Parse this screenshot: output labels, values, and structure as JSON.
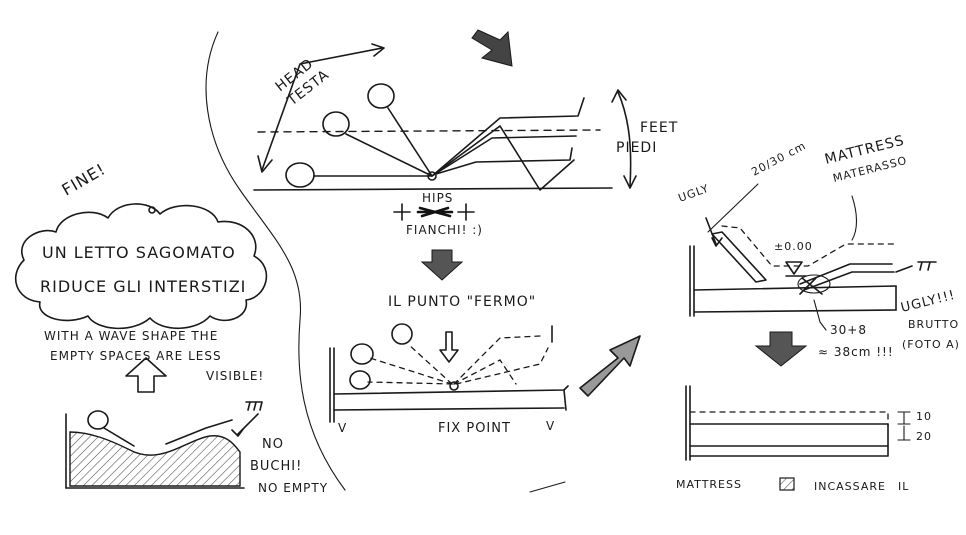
{
  "colors": {
    "ink": "#1a1a1a",
    "paper": "#ffffff",
    "hatch": "#555555"
  },
  "top_sketch": {
    "head_label": "HEAD",
    "testa_label": "TESTA",
    "feet_label": "FEET",
    "piedi_label": "PIEDI",
    "hips_label": "HIPS",
    "fianchi_label": "FIANCHI! :)",
    "fixed_point_label": "IL PUNTO \"FERMO\""
  },
  "left_note": {
    "fine_label": "FINE!",
    "cloud_line1": "UN LETTO SAGOMATO",
    "cloud_line2": "RIDUCE GLI INTERSTIZI",
    "wave_line1": "WITH A WAVE SHAPE THE",
    "wave_line2": "EMPTY SPACES ARE LESS",
    "wave_line3": "VISIBLE!",
    "no_buchi": "NO",
    "no_buchi2": "BUCHI!",
    "no_empty": "NO EMPTY"
  },
  "middle_sketch": {
    "fix_point_label": "FIX POINT",
    "left_v": "V",
    "right_v": "V"
  },
  "right_sketch": {
    "ugly_top": "UGLY",
    "measure_top": "20/30 cm",
    "mattress_label": "MATTRESS",
    "materasso_label": "MATERASSO",
    "level_label": "±0.00",
    "ugly_right": "UGLY!!!",
    "brutto_label": "BRUTTO",
    "foto_label": "(FOTO A)",
    "sum_label": "30+8",
    "approx_label": "≈ 38cm !!!",
    "dim_10": "10",
    "dim_20": "20",
    "legend_mattress": "MATTRESS",
    "legend_incassare": "INCASSARE",
    "legend_il": "IL"
  }
}
